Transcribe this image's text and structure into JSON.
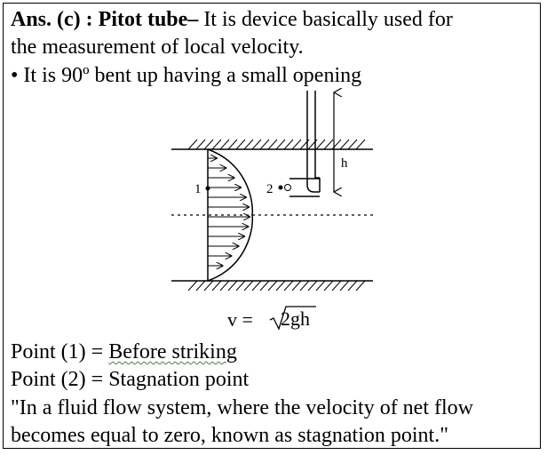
{
  "answer": {
    "prefix": "Ans. (c)",
    "colon": " : ",
    "term": "Pitot tube–",
    "definition_part1": "  It is device basically used for",
    "definition_part2": "the measurement of local velocity.",
    "bullet_text": "• It is 90º bent up having a small opening"
  },
  "diagram": {
    "label_point1": "1",
    "label_point2": "2",
    "label_height": "h",
    "formula_lhs": "v = ",
    "formula_radicand": "2gh"
  },
  "points": {
    "p1_prefix": "Point (1) = ",
    "p1_value": "Before striking",
    "p2_prefix": "Point (2) = ",
    "p2_value": "Stagnation point"
  },
  "quote": {
    "line1": "\"In a fluid flow system, where the velocity of net flow",
    "line2": "becomes equal to zero, known as stagnation point.\""
  }
}
